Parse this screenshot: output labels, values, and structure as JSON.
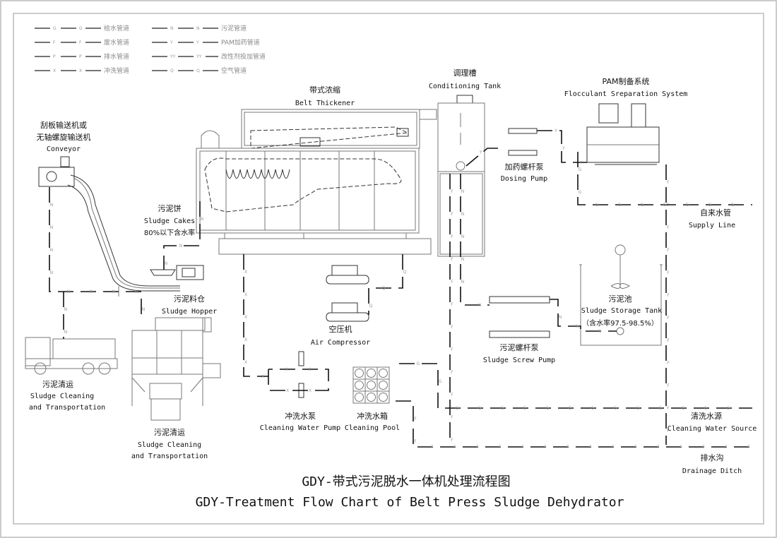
{
  "legend": [
    {
      "code": "G",
      "label": "给水管道"
    },
    {
      "code": "F",
      "label": "废水管道"
    },
    {
      "code": "P",
      "label": "排水管道"
    },
    {
      "code": "X",
      "label": "冲洗管道"
    },
    {
      "code": "N",
      "label": "污泥管道"
    },
    {
      "code": "Y",
      "label": "PAM加药管道"
    },
    {
      "code": "YY",
      "label": "改性剂投加管道"
    },
    {
      "code": "Q",
      "label": "空气管道"
    }
  ],
  "components": {
    "conveyor": {
      "cn1": "刮板输送机或",
      "cn2": "无轴螺旋输送机",
      "en": "Conveyor"
    },
    "sludge_cakes": {
      "cn": "污泥饼",
      "en": "Sludge Cakes",
      "note": "80%以下含水率"
    },
    "belt_thickener": {
      "cn": "带式浓缩",
      "en": "Belt Thickener"
    },
    "conditioning_tank": {
      "cn": "调理槽",
      "en": "Conditioning Tank"
    },
    "pam_system": {
      "cn": "PAM制备系统",
      "en": "Flocculant Sreparation System"
    },
    "dosing_pump": {
      "cn": "加药螺杆泵",
      "en": "Dosing Pump"
    },
    "supply_line": {
      "cn": "自来水管",
      "en": "Supply Line"
    },
    "sludge_storage_tank": {
      "cn": "污泥池",
      "en": "Sludge Storage Tank",
      "note": "（含水率97.5-98.5%）"
    },
    "sludge_hopper": {
      "cn": "污泥料仓",
      "en": "Sludge Hopper"
    },
    "air_compressor": {
      "cn": "空压机",
      "en": "Air Compressor"
    },
    "sludge_screw_pump": {
      "cn": "污泥螺杆泵",
      "en": "Sludge Screw Pump"
    },
    "truck_left": {
      "cn": "污泥清运",
      "en1": "Sludge Cleaning",
      "en2": "and Transportation"
    },
    "truck_bottom": {
      "cn": "污泥清运",
      "en1": "Sludge Cleaning",
      "en2": "and Transportation"
    },
    "cleaning_water_pump": {
      "cn": "冲洗水泵",
      "en": "Cleaning Water Pump"
    },
    "cleaning_pool": {
      "cn": "冲洗水箱",
      "en": "Cleaning Pool"
    },
    "cleaning_water_source": {
      "cn": "清洗水源",
      "en": "Cleaning Water Source"
    },
    "drainage_ditch": {
      "cn": "排水沟",
      "en": "Drainage Ditch"
    }
  },
  "title": {
    "cn": "GDY-带式污泥脱水一体机处理流程图",
    "en": "GDY-Treatment Flow Chart of Belt Press Sludge Dehydrator"
  },
  "pipe_codes": {
    "G": "G",
    "F": "F",
    "X": "X",
    "N": "N",
    "Y": "Y",
    "Q": "Q"
  }
}
